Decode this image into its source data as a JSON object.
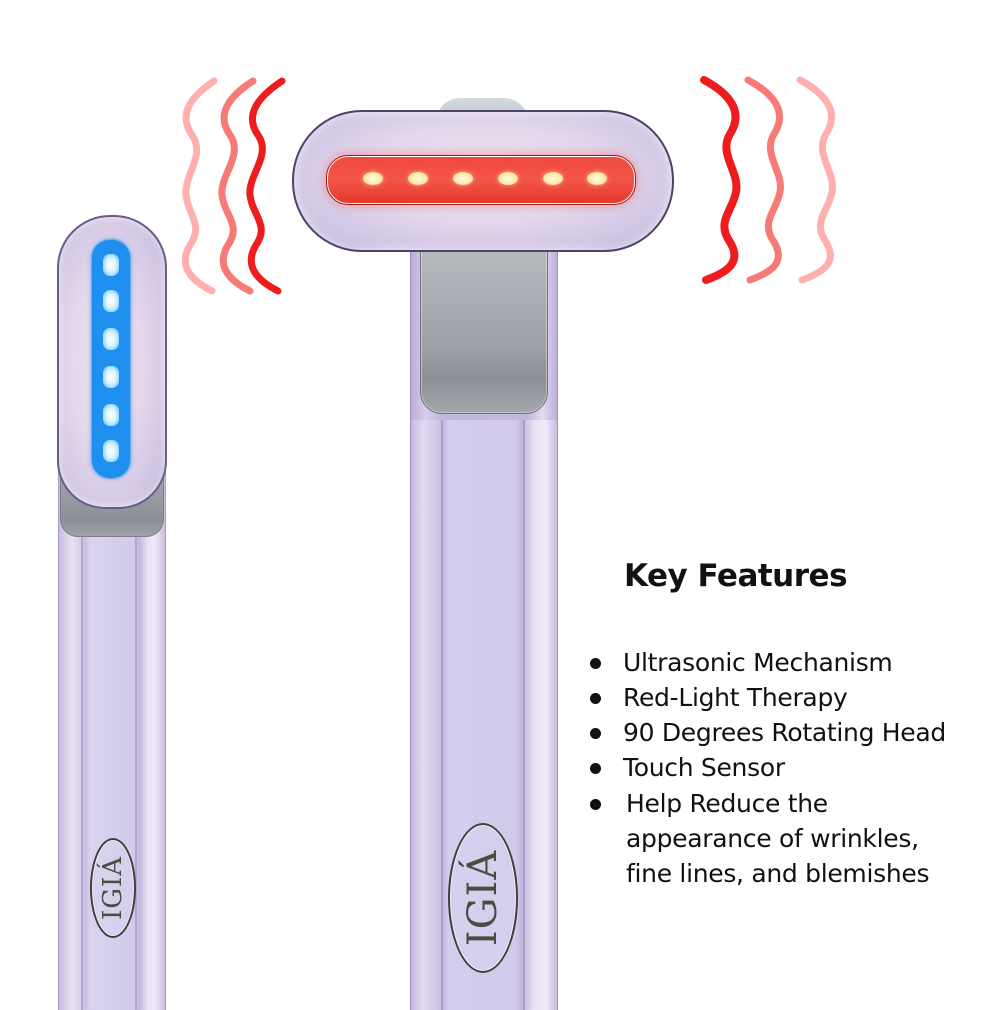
{
  "product": {
    "brand_logo": "IGIÁ",
    "left_wand": {
      "light_color": "#1f8ff0",
      "led_count": 6,
      "orientation": "vertical"
    },
    "right_wand": {
      "light_color": "#f0493c",
      "led_count": 6,
      "orientation": "horizontal"
    },
    "wave_icons": {
      "left_count": 3,
      "right_count": 3,
      "color": "#ee1c1c"
    }
  },
  "features": {
    "title": "Key Features",
    "items": [
      {
        "label": "Ultrasonic Mechanism"
      },
      {
        "label": "Red-Light Therapy"
      },
      {
        "label": "90 Degrees Rotating Head"
      },
      {
        "label": "Touch Sensor"
      },
      {
        "label": "Help Reduce the",
        "line2": "appearance of wrinkles,",
        "line3": "fine lines, and blemishes"
      }
    ]
  },
  "colors": {
    "background": "#ffffff",
    "wand_body": "#d6cdea",
    "collar_metal": "#9ea2a8",
    "text": "#111111"
  }
}
